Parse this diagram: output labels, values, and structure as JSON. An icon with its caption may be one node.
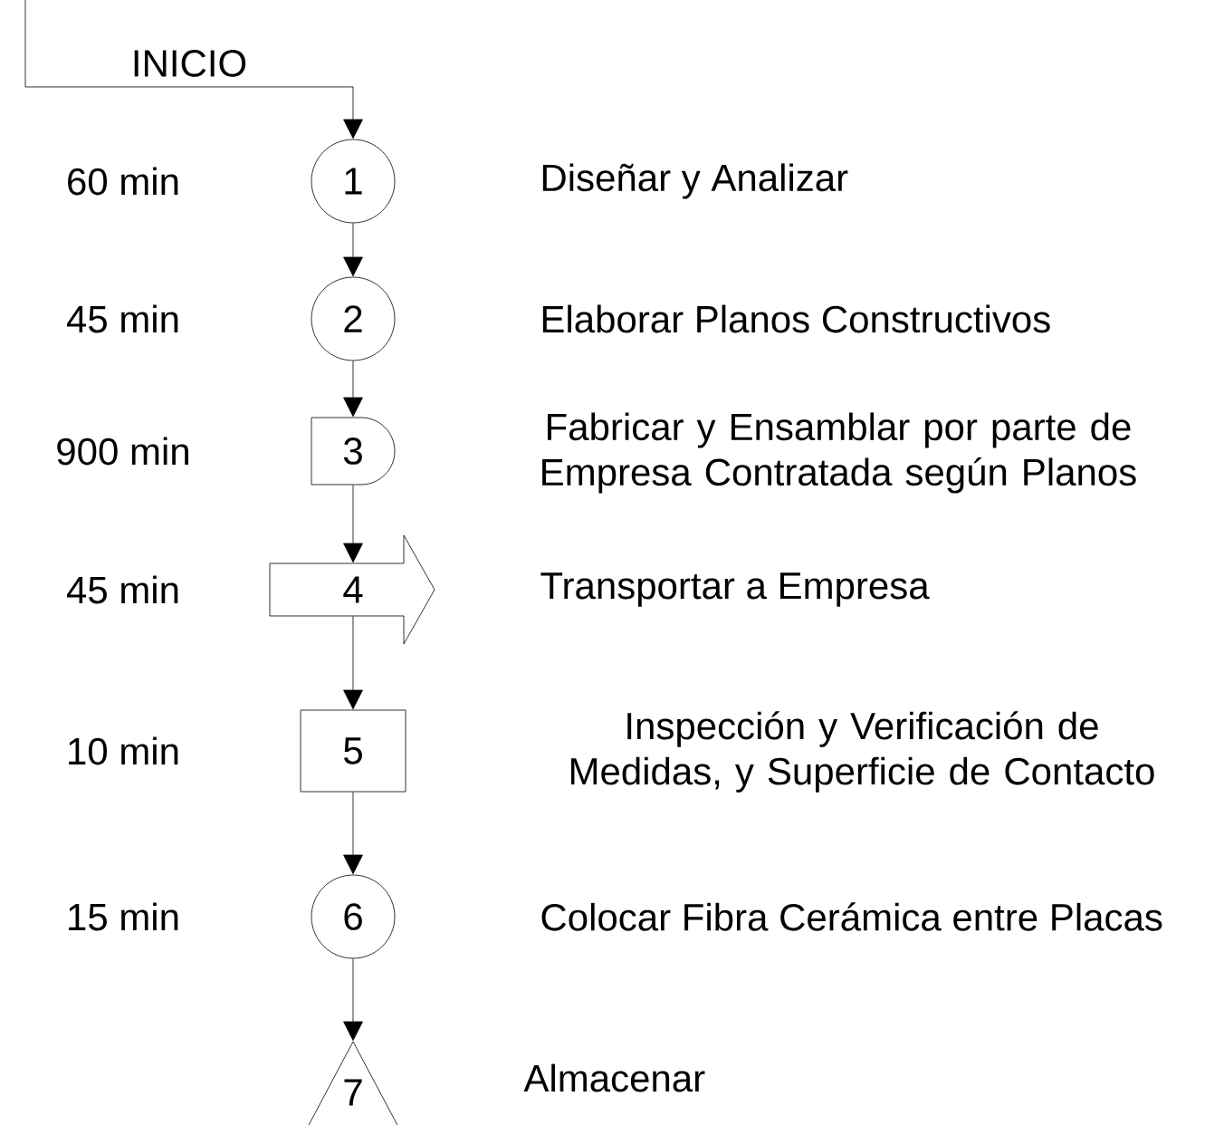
{
  "diagram": {
    "nodes": [
      {
        "text": [
          "1"
        ]
      },
      {
        "text": [
          "2"
        ]
      },
      {
        "text": [
          "3"
        ]
      },
      {
        "text": [
          "4"
        ]
      },
      {
        "text": [
          "5"
        ]
      },
      {
        "text": [
          "6"
        ]
      },
      {
        "text": [
          "7"
        ]
      }
    ],
    "edges": [
      {
        "from": null,
        "to": 0,
        "arrow": "to",
        "label": "INICIO"
      },
      {
        "from": 0,
        "to": 1,
        "arrow": "to"
      },
      {
        "from": 1,
        "to": 2,
        "arrow": "to"
      },
      {
        "from": 2,
        "to": 3,
        "arrow": "to"
      },
      {
        "from": 3,
        "to": 4,
        "arrow": "to"
      },
      {
        "from": 4,
        "to": 5,
        "arrow": "to"
      },
      {
        "from": 5,
        "to": 6,
        "arrow": "to"
      }
    ],
    "labels": [
      "60 min",
      "Diseñar y Analizar",
      "45 min",
      "Elaborar Planos Constructivos",
      "900 min",
      "Fabricar y Ensamblar por parte de Empresa Contratada según Planos",
      "45 min",
      "Transportar a Empresa",
      "10 min",
      "Inspección y Verificación de Medidas, y Superficie de Contacto",
      "15 min",
      "Colocar Fibra Cerámica entre Placas",
      "Almacenar"
    ]
  }
}
